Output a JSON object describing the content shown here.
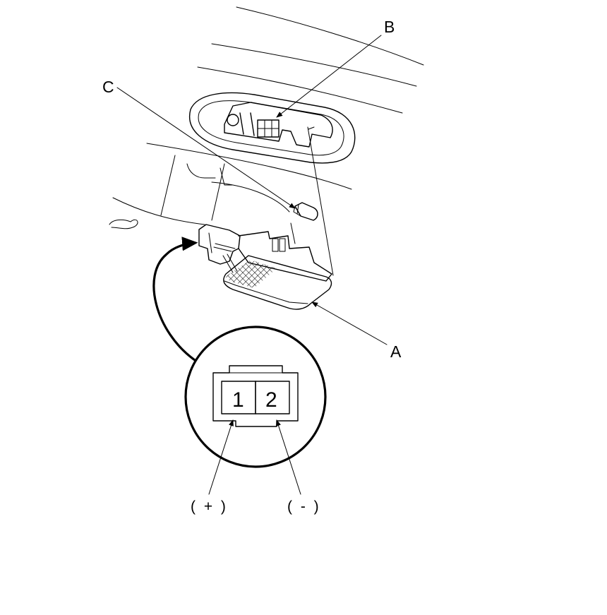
{
  "callouts": {
    "a": "A",
    "b": "B",
    "c": "C"
  },
  "connector": {
    "pin1": "1",
    "pin2": "2"
  },
  "polarity": {
    "positive": "( + )",
    "negative": "( - )"
  }
}
